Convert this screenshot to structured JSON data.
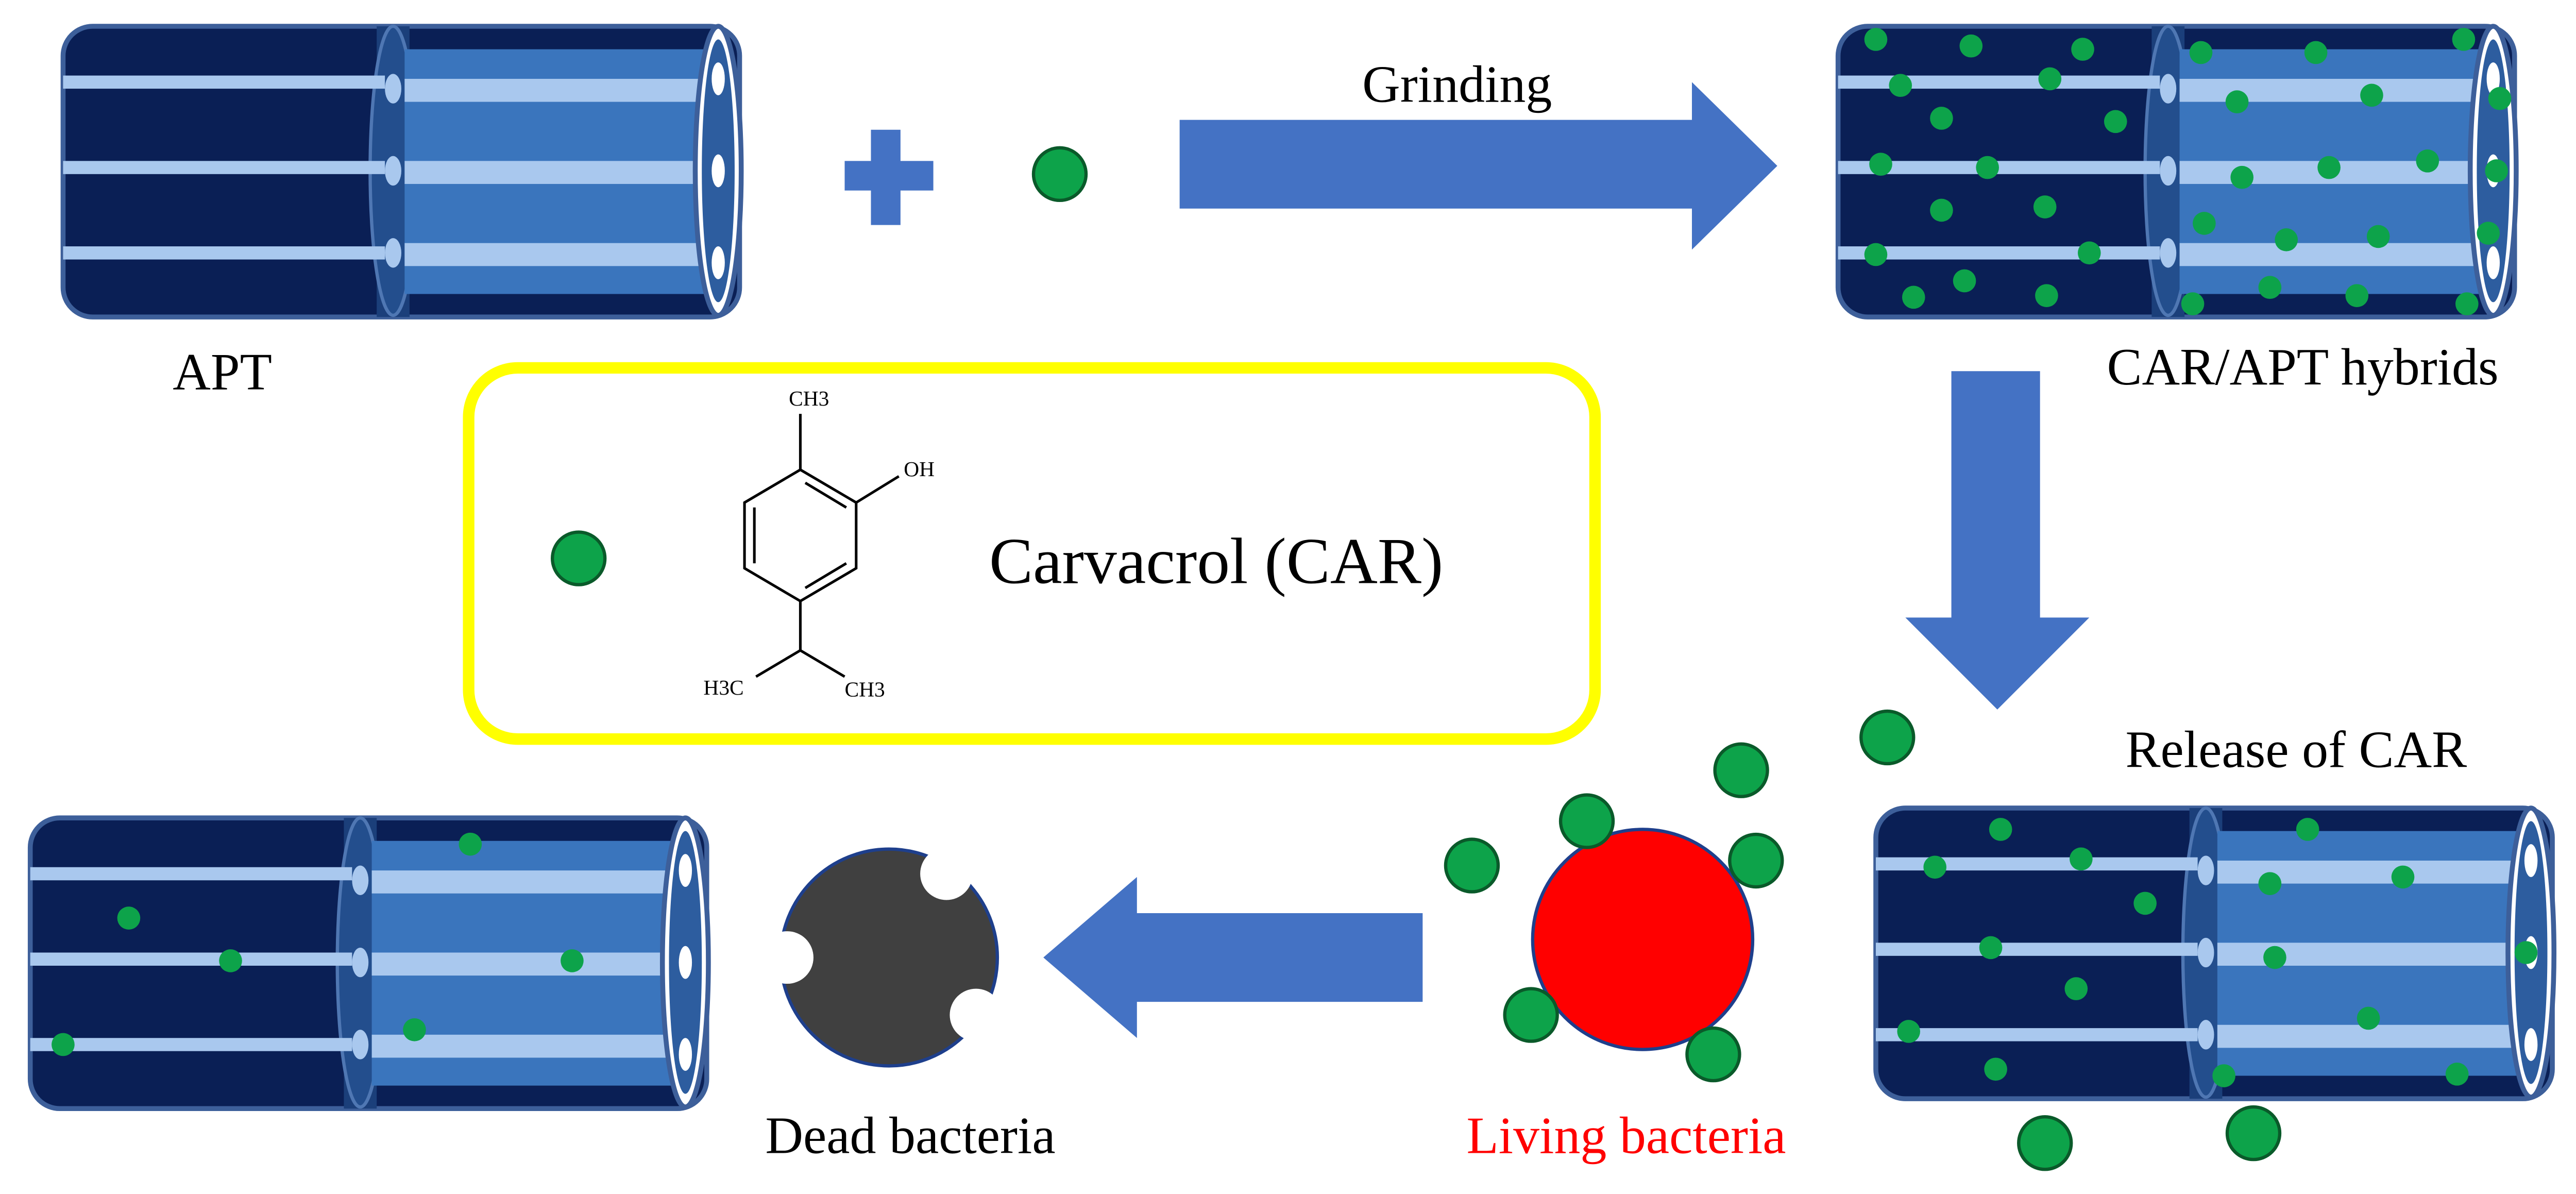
{
  "labels": {
    "apt": "APT",
    "grinding": "Grinding",
    "hybrids": "CAR/APT hybrids",
    "release": "Release of CAR",
    "living": "Living bacteria",
    "dead": "Dead bacteria"
  },
  "legend": {
    "name": "Carvacrol (CAR)",
    "methyl": "CH3",
    "hydroxyl": "OH",
    "isopropyl_left": "H3C",
    "isopropyl_right": "CH3"
  },
  "colors": {
    "tube_dark": "#0a1f55",
    "tube_lumen": "#3a75bd",
    "channel": "#a9c8ee",
    "arrow": "#4472c4",
    "particle": "#0da34a",
    "legend_border": "#ffff00",
    "living": "#ff0000",
    "dead": "#404040",
    "living_label": "#ff0000"
  }
}
